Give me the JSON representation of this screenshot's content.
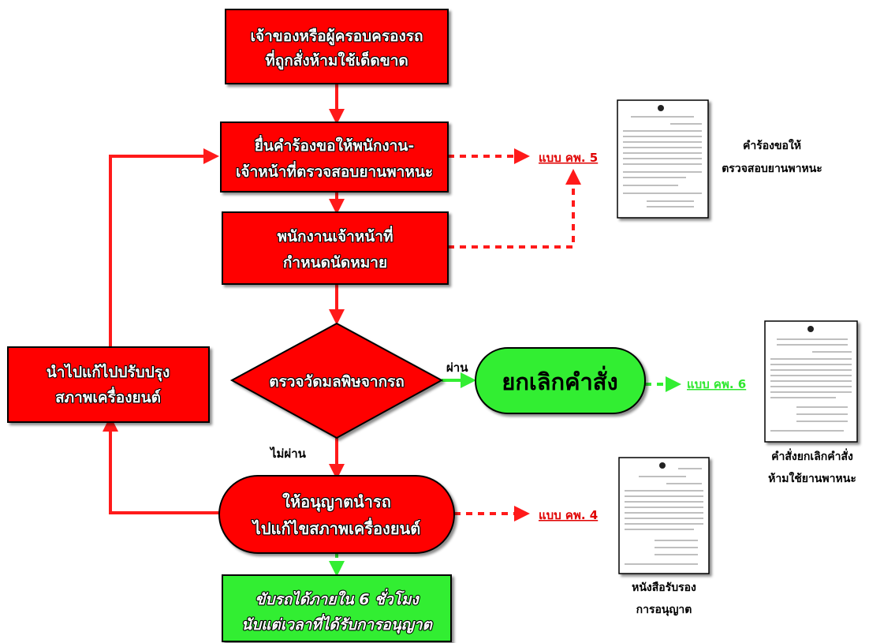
{
  "colors": {
    "box_fill": "#ff0000",
    "green_fill": "#33ee33",
    "arrow_red": "#ff1a1a",
    "arrow_green": "#33ee33",
    "border": "#000000"
  },
  "nodes": {
    "owner": {
      "line1": "เจ้าของหรือผู้ครอบครองรถ",
      "line2": "ที่ถูกสั่งห้ามใช้เด็ดขาด"
    },
    "request": {
      "line1": "ยื่นคำร้องขอให้พนักงาน-",
      "line2": "เจ้าหน้าที่ตรวจสอบยานพาหนะ"
    },
    "appointment": {
      "line1": "พนักงานเจ้าหน้าที่",
      "line2": "กำหนดนัดหมาย"
    },
    "inspect": {
      "line1": "ตรวจวัดมลพิษจากรถ"
    },
    "cancel": {
      "line1": "ยกเลิกคำสั่ง"
    },
    "improve": {
      "line1": "นำไปแก้ไปปรับปรุง",
      "line2": "สภาพเครื่องยนต์"
    },
    "permit": {
      "line1": "ให้อนุญาตนำรถ",
      "line2": "ไปแก้ไขสภาพเครื่องยนต์"
    },
    "drive": {
      "line1": "ขับรถได้ภายใน 6 ชั่วโมง",
      "line2": "นับแต่เวลาที่ได้รับการอนุญาต"
    }
  },
  "edge_labels": {
    "pass": "ผ่าน",
    "fail": "ไม่ผ่าน"
  },
  "forms": {
    "kp5": {
      "label": "แบบ คพ. 5",
      "caption1": "คำร้องขอให้",
      "caption2": "ตรวจสอบยานพาหนะ"
    },
    "kp6": {
      "label": "แบบ คพ. 6",
      "caption1": "คำสั่งยกเลิกคำสั่ง",
      "caption2": "ห้ามใช้ยานพาหนะ"
    },
    "kp4": {
      "label": "แบบ คพ. 4",
      "caption1": "หนังสือรับรอง",
      "caption2": "การอนุญาต"
    }
  }
}
